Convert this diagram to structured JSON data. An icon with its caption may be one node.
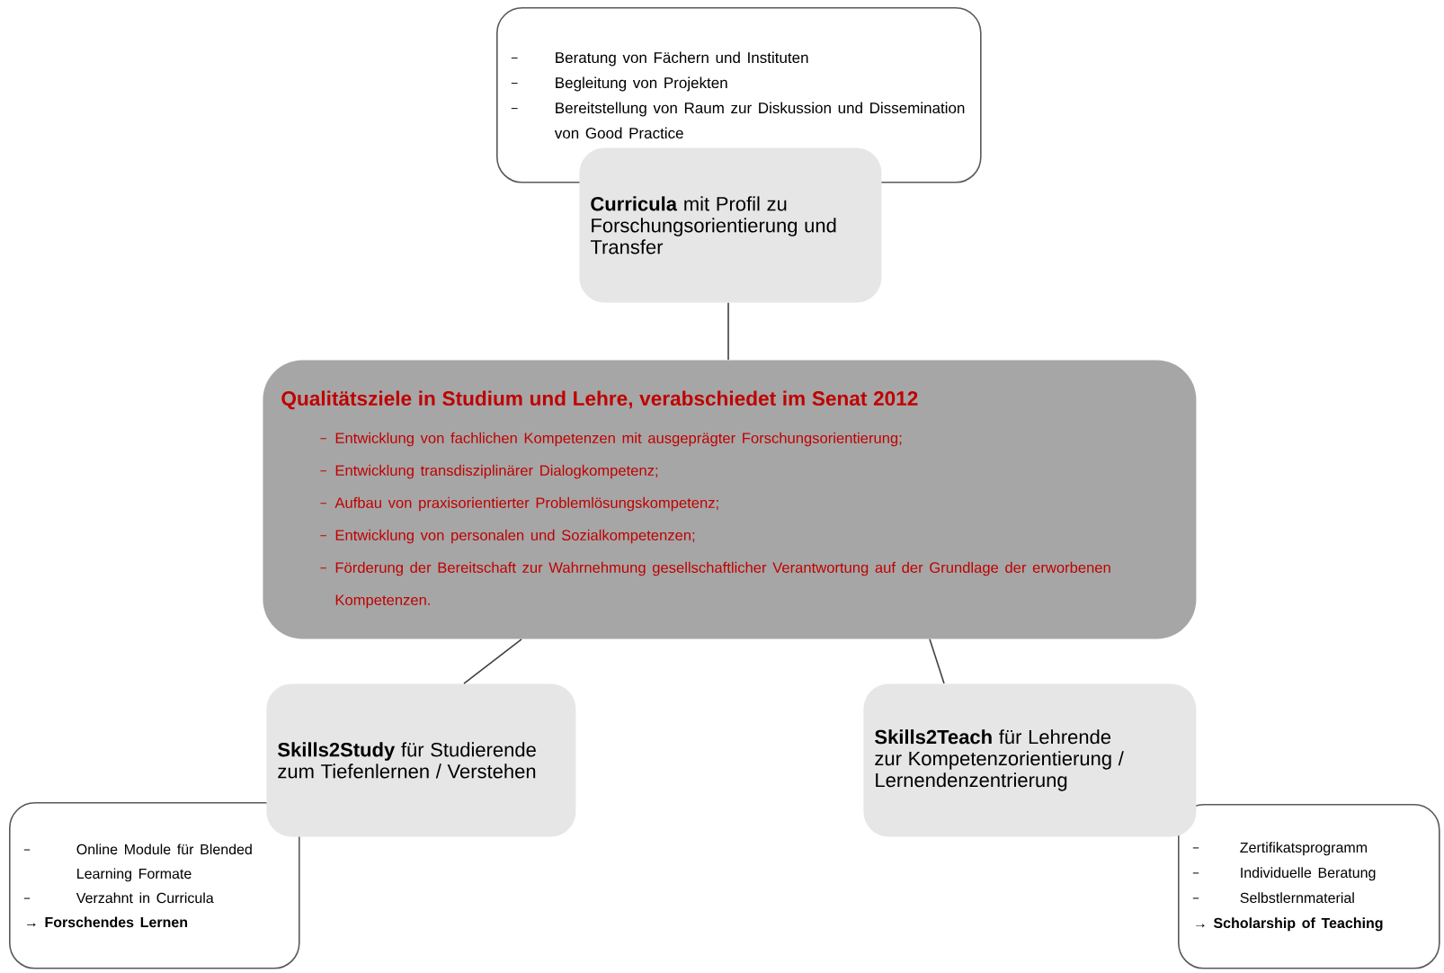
{
  "diagram": {
    "nodes": [
      {
        "text": [
          "Beratung von Fächern und Instituten",
          "Begleitung von Projekten",
          "Bereitstellung von Raum zur Diskussion und Dissemination von Good Practice"
        ]
      },
      {
        "text": [
          "**Curricula** mit Profil zu Forschungsorientierung und Transfer"
        ]
      },
      {
        "text": [
          "Qualitätsziele in Studium und Lehre, verabschiedet im Senat 2012",
          "Entwicklung von fachlichen Kompetenzen mit ausgeprägter Forschungsorientierung;",
          "Entwicklung transdisziplinärer Dialogkompetenz;",
          "Aufbau von praxisorientierter Problemlösungskompetenz;",
          "Entwicklung von personalen und Sozialkompetenzen;",
          "Förderung der Bereitschaft zur Wahrnehmung gesellschaftlicher Verantwortung auf der Grundlage der erworbenen Kompetenzen."
        ]
      },
      {
        "text": [
          "**Skills2Study** für Studierende zum Tiefenlernen / Verstehen"
        ]
      },
      {
        "text": [
          "**Skills2Teach** für Lehrende zur Kompetenzorientierung / Lernendenzentrierung"
        ]
      },
      {
        "text": [
          "Online Module für Blended Learning Formate",
          "Verzahnt in Curricula",
          "→ **Forschendes Lernen**"
        ]
      },
      {
        "text": [
          "Zertifikatsprogramm",
          "Individuelle Beratung",
          "Selbstlernmaterial",
          "→ **Scholarship of Teaching**"
        ]
      }
    ],
    "edges": [
      {
        "from": 1,
        "to": 2,
        "arrow": "none"
      },
      {
        "from": 2,
        "to": 3,
        "arrow": "none"
      },
      {
        "from": 2,
        "to": 4,
        "arrow": "none"
      }
    ]
  }
}
